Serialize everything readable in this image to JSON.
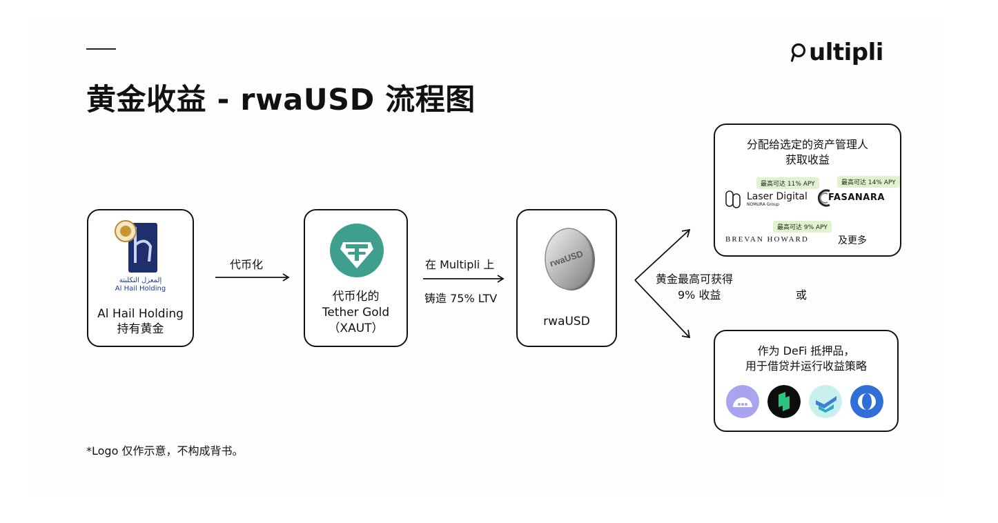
{
  "title": "黄金收益 - rwaUSD 流程图",
  "brand": {
    "name": "ultipli",
    "logo_icon": "multipli-logo-icon"
  },
  "flow": {
    "holder": {
      "logo_text_ar": "إلمعزل التكلبتة",
      "logo_text_en": "Al Hail Holding",
      "caption_line1": "Al Hail Holding",
      "caption_line2": "持有黄金"
    },
    "arrow1_label": "代币化",
    "token": {
      "caption_line1": "代币化的",
      "caption_line2": "Tether Gold",
      "caption_line3": "（XAUT）",
      "color": "#3f9f8e"
    },
    "arrow2_label_top": "在 Multipli 上",
    "arrow2_label_bottom": "铸造 75% LTV",
    "coin": {
      "engraving": "rwaUSD",
      "caption": "rwaUSD"
    },
    "split_label_line1": "黄金最高可获得",
    "split_label_line2": "9% 收益",
    "or_label": "或"
  },
  "managers_box": {
    "heading_line1": "分配给选定的资产管理人",
    "heading_line2": "获取收益",
    "badges": [
      "最高可达 11% APY",
      "最高可达 14% APY",
      "最高可达 9% APY"
    ],
    "laser_digital": "Laser Digital",
    "laser_sub": "NOMURA Group",
    "fasanara": "FASANARA",
    "brevan_howard": "BREVAN HOWARD",
    "more": "及更多"
  },
  "defi_box": {
    "heading_line1": "作为 DeFi 抵押品，",
    "heading_line2": "用于借贷并运行收益策略",
    "protocol_icons": [
      "purple-protocol-icon",
      "black-protocol-icon",
      "teal-protocol-icon",
      "blue-protocol-icon"
    ]
  },
  "footnote": "*Logo 仅作示意，不构成背书。"
}
